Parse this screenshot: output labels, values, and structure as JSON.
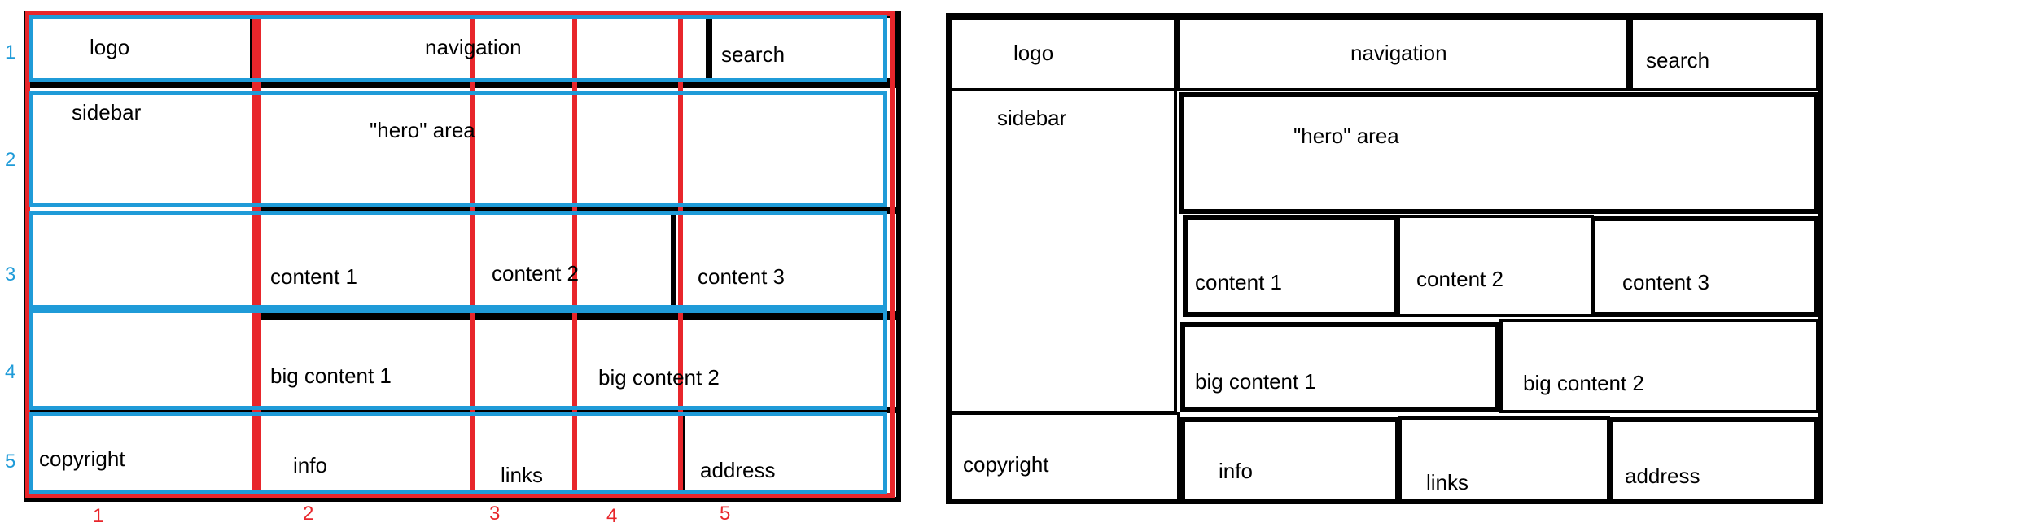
{
  "labels": {
    "logo": "logo",
    "navigation": "navigation",
    "search": "search",
    "sidebar": "sidebar",
    "hero": "\"hero\" area",
    "content1": "content 1",
    "content2": "content 2",
    "content3": "content 3",
    "big_content1": "big content 1",
    "big_content2": "big content 2",
    "copyright": "copyright",
    "info": "info",
    "links": "links",
    "address": "address"
  },
  "row_numbers": [
    "1",
    "2",
    "3",
    "4",
    "5"
  ],
  "column_numbers": [
    "1",
    "2",
    "3",
    "4",
    "5"
  ],
  "colors": {
    "row_lines": "#1f9bd8",
    "column_lines": "#e8262b",
    "borders": "#000000"
  }
}
